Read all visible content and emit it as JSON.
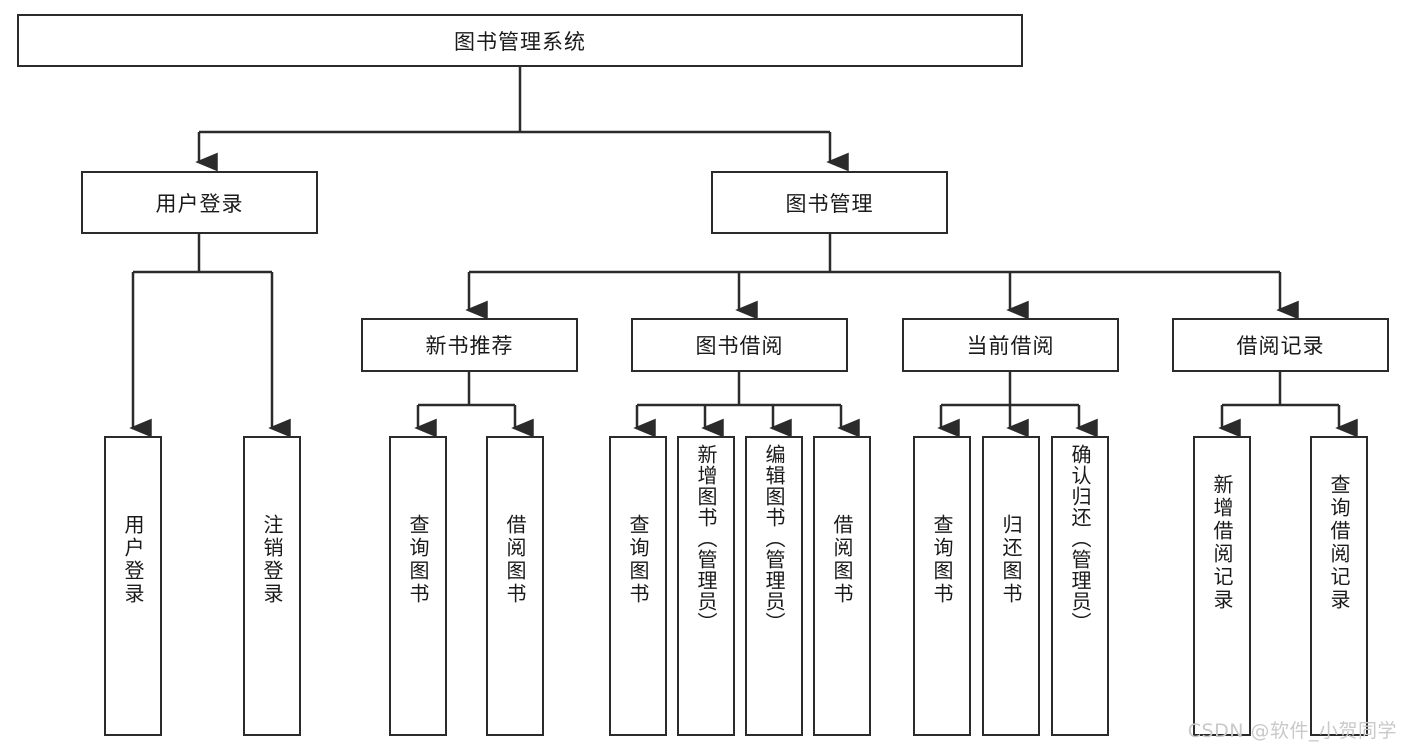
{
  "diagram": {
    "type": "tree-hierarchy-chart",
    "title": "图书管理系统",
    "watermark": "CSDN @软件_小贺同学",
    "colors": {
      "box_border": "#2b2b2b",
      "box_fill": "#ffffff",
      "edge": "#2b2b2b",
      "text": "#1a1a1a",
      "watermark": "#c9c9c9"
    },
    "root": {
      "label": "图书管理系统",
      "orientation": "horizontal"
    },
    "level2": [
      {
        "label": "用户登录",
        "orientation": "horizontal"
      },
      {
        "label": "图书管理",
        "orientation": "horizontal"
      }
    ],
    "level3": [
      {
        "label": "新书推荐",
        "orientation": "horizontal",
        "parent": "图书管理"
      },
      {
        "label": "图书借阅",
        "orientation": "horizontal",
        "parent": "图书管理"
      },
      {
        "label": "当前借阅",
        "orientation": "horizontal",
        "parent": "图书管理"
      },
      {
        "label": "借阅记录",
        "orientation": "horizontal",
        "parent": "图书管理"
      }
    ],
    "leaves": {
      "user_login": [
        {
          "label": "用户登录",
          "orientation": "vertical"
        },
        {
          "label": "注销登录",
          "orientation": "vertical"
        }
      ],
      "new_book_recommend": [
        {
          "label": "查询图书",
          "orientation": "vertical"
        },
        {
          "label": "借阅图书",
          "orientation": "vertical"
        }
      ],
      "book_borrow": [
        {
          "label": "查询图书",
          "orientation": "vertical"
        },
        {
          "label": "新增图书（管理员）",
          "orientation": "vertical"
        },
        {
          "label": "编辑图书（管理员）",
          "orientation": "vertical"
        },
        {
          "label": "借阅图书",
          "orientation": "vertical"
        }
      ],
      "current_borrow": [
        {
          "label": "查询图书",
          "orientation": "vertical"
        },
        {
          "label": "归还图书",
          "orientation": "vertical"
        },
        {
          "label": "确认归还（管理员）",
          "orientation": "vertical"
        }
      ],
      "borrow_record": [
        {
          "label": "新增借阅记录",
          "orientation": "vertical"
        },
        {
          "label": "查询借阅记录",
          "orientation": "vertical"
        }
      ]
    }
  }
}
